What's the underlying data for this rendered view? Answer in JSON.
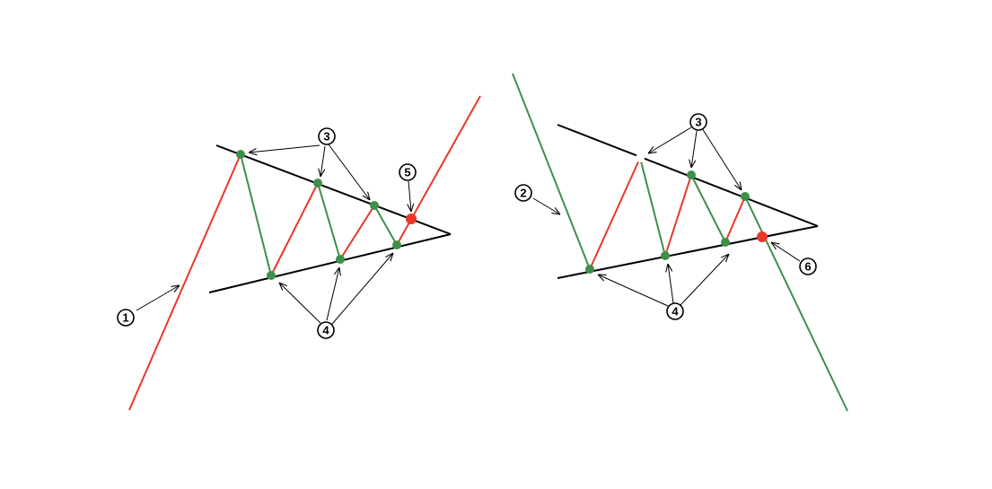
{
  "colors": {
    "trend_up": "#e8382a",
    "trend_down": "#3f8f4a",
    "boundary": "#000000",
    "touch_point": "#3f8f4a",
    "breakout_point": "#e8382a",
    "label_stroke": "#000000",
    "label_fill": "#ffffff"
  },
  "labels": {
    "one": "1",
    "two": "2",
    "three": "3",
    "four": "4",
    "five": "5",
    "six": "6"
  }
}
